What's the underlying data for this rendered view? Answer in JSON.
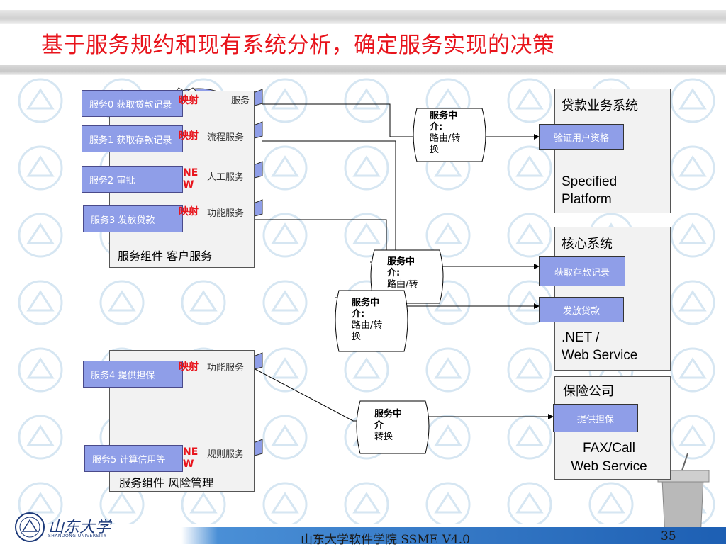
{
  "title": "基于服务规约和现有系统分析，确定服务实现的决策",
  "footer": {
    "text": "山东大学软件学院    SSME V4.0",
    "page": "35"
  },
  "logo": {
    "name": "山东大学",
    "sub": "SHANDONG UNIVERSITY"
  },
  "client_group": {
    "label": "服务组件 客户服务",
    "services": [
      {
        "label": "服务0 获取贷款记录",
        "tag": "映射",
        "tape": "服务"
      },
      {
        "label": "服务1 获取存款记录",
        "tag": "映射",
        "tape": "流程服务"
      },
      {
        "label": "服务2 审批",
        "tag": "NEW",
        "tape": "人工服务"
      },
      {
        "label": "服务3 发放贷款",
        "tag": "映射",
        "tape": "功能服务"
      }
    ]
  },
  "risk_group": {
    "label": "服务组件 风险管理",
    "services": [
      {
        "label": "服务4 提供担保",
        "tag": "映射",
        "tape": "功能服务"
      },
      {
        "label": "服务5 计算信用等",
        "tag": "NEW",
        "tape": "规则服务"
      }
    ]
  },
  "mediators": [
    {
      "line1": "服务中",
      "line2": "介:",
      "line3": "路由/转",
      "line4": "换"
    },
    {
      "line1": "服务中",
      "line2": "介:",
      "line3": "路由/转",
      "line4": ""
    },
    {
      "line1": "服务中",
      "line2": "介:",
      "line3": "路由/转",
      "line4": "换"
    },
    {
      "line1": "服务中",
      "line2": "介",
      "line3": "转换",
      "line4": ""
    }
  ],
  "systems": [
    {
      "title": "贷款业务系统",
      "items": [
        "验证用户资格"
      ],
      "platform1": "Specified",
      "platform2": "Platform"
    },
    {
      "title": "核心系统",
      "items": [
        "获取存款记录",
        "发放贷款"
      ],
      "platform1": ".NET /",
      "platform2": "Web Service"
    },
    {
      "title": "保险公司",
      "items": [
        "提供担保"
      ],
      "platform1": "FAX/Call",
      "platform2": "Web Service"
    }
  ],
  "colors": {
    "title": "#e8141c",
    "service_box": "#8f9ee8",
    "tag": "#e8141c",
    "footer_bar": "#1d5fb3"
  }
}
